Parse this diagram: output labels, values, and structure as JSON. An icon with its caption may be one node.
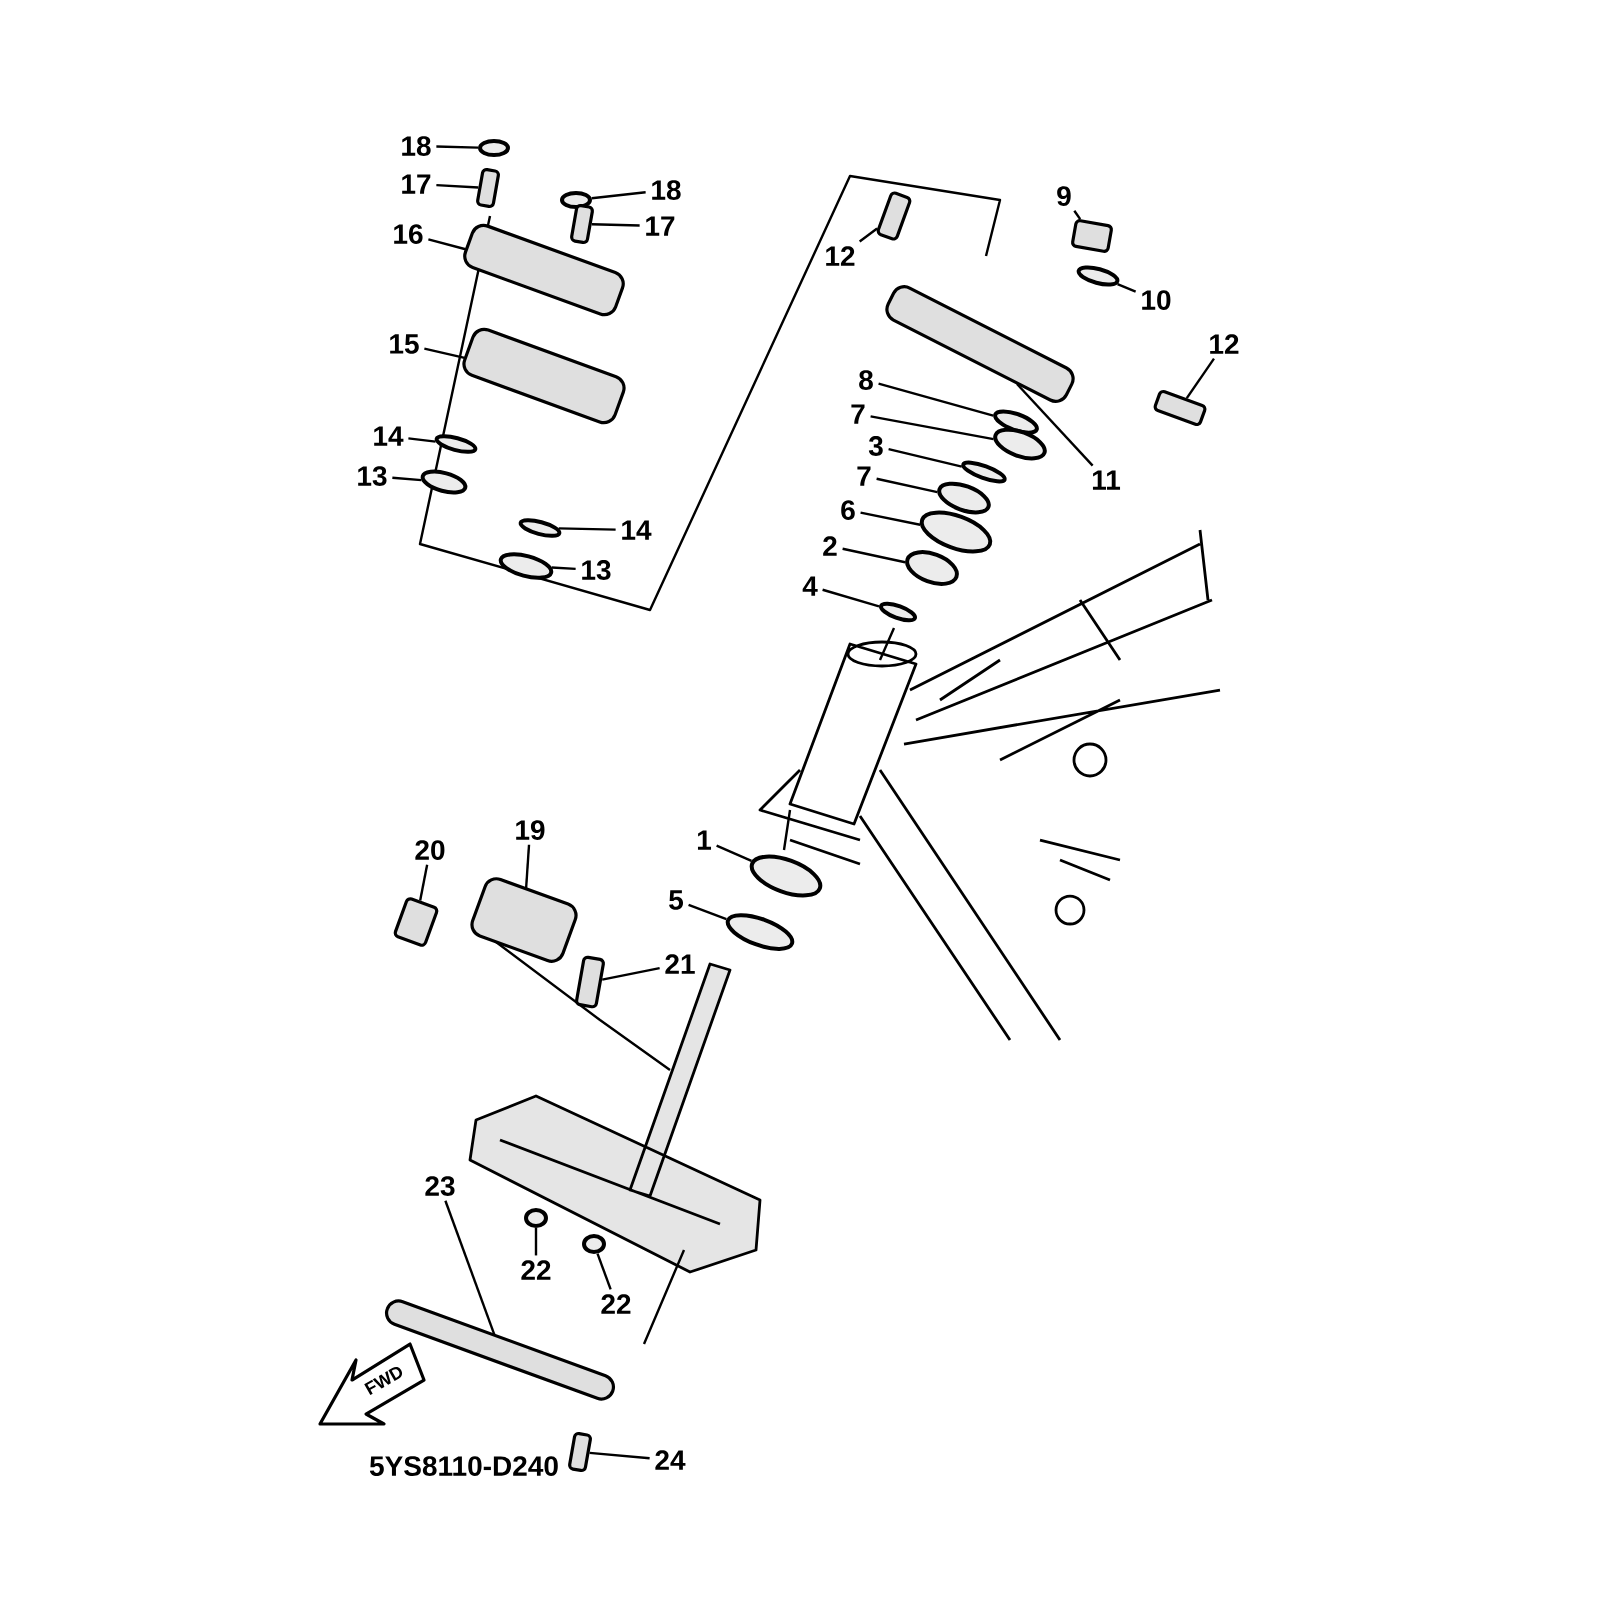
{
  "diagram": {
    "nodes": [
      {
        "text": [
          "18"
        ]
      },
      {
        "text": [
          "17"
        ]
      },
      {
        "text": [
          "18"
        ]
      },
      {
        "text": [
          "17"
        ]
      },
      {
        "text": [
          "16"
        ]
      },
      {
        "text": [
          "15"
        ]
      },
      {
        "text": [
          "14"
        ]
      },
      {
        "text": [
          "13"
        ]
      },
      {
        "text": [
          "14"
        ]
      },
      {
        "text": [
          "13"
        ]
      },
      {
        "text": [
          "12"
        ]
      },
      {
        "text": [
          "9"
        ]
      },
      {
        "text": [
          "10"
        ]
      },
      {
        "text": [
          "12"
        ]
      },
      {
        "text": [
          "8"
        ]
      },
      {
        "text": [
          "7"
        ]
      },
      {
        "text": [
          "3"
        ]
      },
      {
        "text": [
          "7"
        ]
      },
      {
        "text": [
          "6"
        ]
      },
      {
        "text": [
          "2"
        ]
      },
      {
        "text": [
          "4"
        ]
      },
      {
        "text": [
          "11"
        ]
      },
      {
        "text": [
          "1"
        ]
      },
      {
        "text": [
          "5"
        ]
      },
      {
        "text": [
          "20"
        ]
      },
      {
        "text": [
          "19"
        ]
      },
      {
        "text": [
          "21"
        ]
      },
      {
        "text": [
          "23"
        ]
      },
      {
        "text": [
          "22"
        ]
      },
      {
        "text": [
          "22"
        ]
      },
      {
        "text": [
          "24"
        ]
      },
      {
        "text": [],
        "shape": "circle"
      },
      {
        "text": [],
        "shape": "box"
      },
      {
        "text": [],
        "shape": "circle"
      },
      {
        "text": [],
        "shape": "box"
      },
      {
        "text": [],
        "shape": "box"
      },
      {
        "text": [],
        "shape": "box"
      },
      {
        "text": [],
        "shape": "circle"
      },
      {
        "text": [],
        "shape": "circle"
      },
      {
        "text": [],
        "shape": "circle"
      },
      {
        "text": [],
        "shape": "circle"
      },
      {
        "text": [],
        "shape": "box"
      },
      {
        "text": [],
        "shape": "box"
      },
      {
        "text": [],
        "shape": "circle"
      },
      {
        "text": [],
        "shape": "box"
      },
      {
        "text": [],
        "shape": "circle"
      },
      {
        "text": [],
        "shape": "circle"
      },
      {
        "text": [],
        "shape": "circle"
      },
      {
        "text": [],
        "shape": "circle"
      },
      {
        "text": [],
        "shape": "circle"
      },
      {
        "text": [],
        "shape": "circle"
      },
      {
        "text": [],
        "shape": "circle"
      },
      {
        "text": [],
        "shape": "box"
      },
      {
        "text": [],
        "shape": "circle"
      },
      {
        "text": [],
        "shape": "circle"
      },
      {
        "text": [],
        "shape": "box"
      },
      {
        "text": [],
        "shape": "box"
      },
      {
        "text": [],
        "shape": "box"
      },
      {
        "text": [],
        "shape": "box"
      },
      {
        "text": [],
        "shape": "circle"
      },
      {
        "text": [],
        "shape": "circle"
      },
      {
        "text": [],
        "shape": "box"
      }
    ],
    "edges": [
      {
        "from": 0,
        "to": 31,
        "arrow": "none"
      },
      {
        "from": 1,
        "to": 32,
        "arrow": "none"
      },
      {
        "from": 2,
        "to": 33,
        "arrow": "none"
      },
      {
        "from": 3,
        "to": 34,
        "arrow": "none"
      },
      {
        "from": 4,
        "to": 35,
        "arrow": "none"
      },
      {
        "from": 5,
        "to": 36,
        "arrow": "none"
      },
      {
        "from": 6,
        "to": 37,
        "arrow": "none"
      },
      {
        "from": 7,
        "to": 38,
        "arrow": "none"
      },
      {
        "from": 8,
        "to": 39,
        "arrow": "none"
      },
      {
        "from": 9,
        "to": 40,
        "arrow": "none"
      },
      {
        "from": 10,
        "to": 41,
        "arrow": "none"
      },
      {
        "from": 11,
        "to": 42,
        "arrow": "none"
      },
      {
        "from": 12,
        "to": 43,
        "arrow": "none"
      },
      {
        "from": 13,
        "to": 44,
        "arrow": "none"
      },
      {
        "from": 14,
        "to": 45,
        "arrow": "none"
      },
      {
        "from": 15,
        "to": 46,
        "arrow": "none"
      },
      {
        "from": 16,
        "to": 47,
        "arrow": "none"
      },
      {
        "from": 17,
        "to": 48,
        "arrow": "none"
      },
      {
        "from": 18,
        "to": 49,
        "arrow": "none"
      },
      {
        "from": 19,
        "to": 50,
        "arrow": "none"
      },
      {
        "from": 20,
        "to": 51,
        "arrow": "none"
      },
      {
        "from": 21,
        "to": 52,
        "arrow": "none"
      },
      {
        "from": 22,
        "to": 53,
        "arrow": "none"
      },
      {
        "from": 23,
        "to": 54,
        "arrow": "none"
      },
      {
        "from": 24,
        "to": 55,
        "arrow": "none"
      },
      {
        "from": 25,
        "to": 56,
        "arrow": "none"
      },
      {
        "from": 26,
        "to": 57,
        "arrow": "none"
      },
      {
        "from": 27,
        "to": 58,
        "arrow": "none"
      },
      {
        "from": 28,
        "to": 59,
        "arrow": "none"
      },
      {
        "from": 29,
        "to": 60,
        "arrow": "none"
      },
      {
        "from": 30,
        "to": 61,
        "arrow": "none"
      }
    ],
    "labels": [
      "FWD",
      "5YS8110-D240"
    ]
  }
}
